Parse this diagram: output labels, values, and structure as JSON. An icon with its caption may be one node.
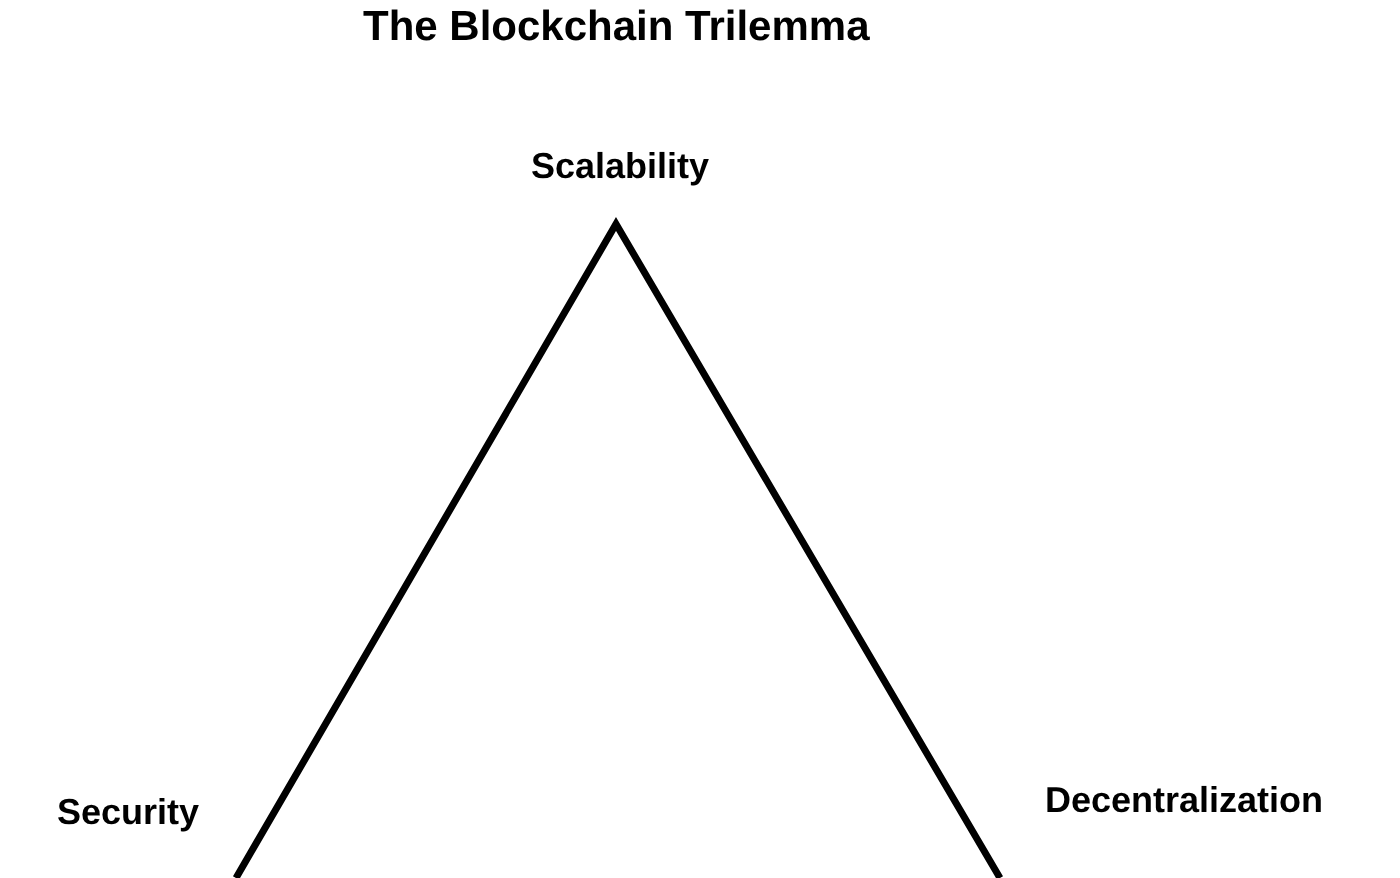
{
  "diagram": {
    "title": "The Blockchain Trilemma",
    "labels": [
      "Scalability",
      "Security",
      "Decentralization"
    ]
  }
}
